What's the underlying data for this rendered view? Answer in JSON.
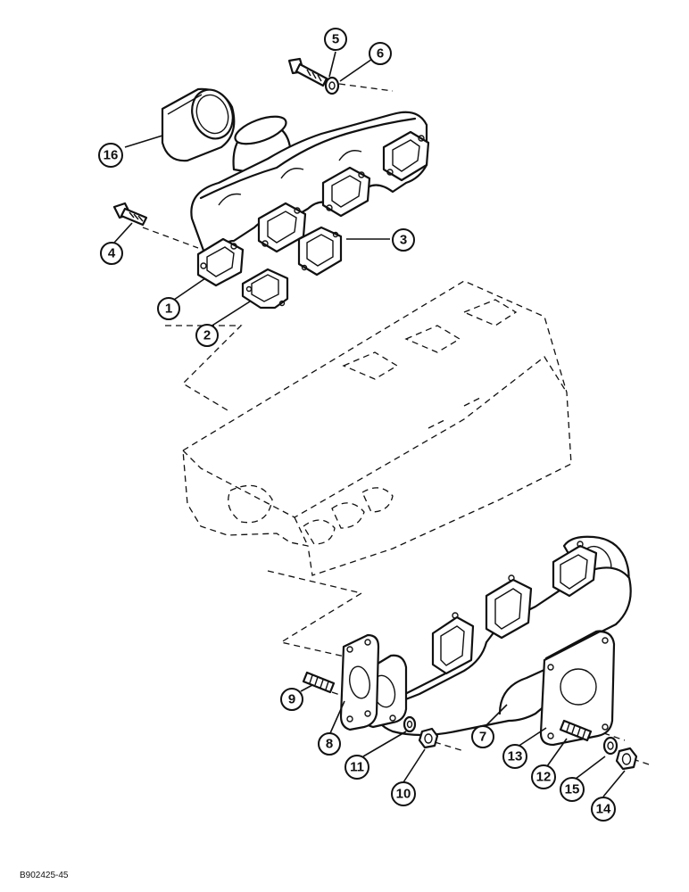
{
  "figure": {
    "reference_code": "B902425-45",
    "callouts": [
      "1",
      "2",
      "3",
      "4",
      "5",
      "6",
      "7",
      "8",
      "9",
      "10",
      "11",
      "12",
      "13",
      "14",
      "15",
      "16"
    ]
  }
}
